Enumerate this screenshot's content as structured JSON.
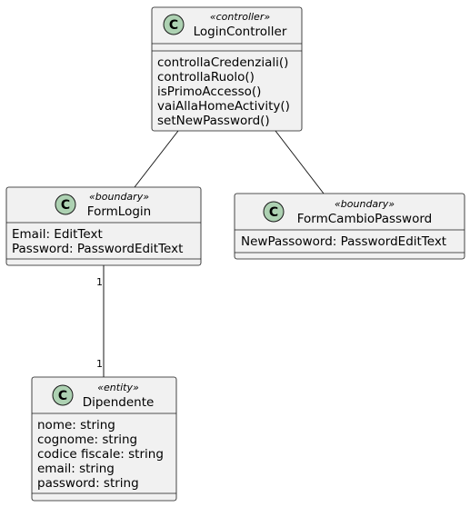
{
  "classes": {
    "login_controller": {
      "icon": "C",
      "stereotype": "«controller»",
      "name": "LoginController",
      "attributes": [],
      "methods": [
        "controllaCredenziali()",
        "controllaRuolo()",
        "isPrimoAccesso()",
        "vaiAllaHomeActivity()",
        "setNewPassword()"
      ]
    },
    "form_login": {
      "icon": "C",
      "stereotype": "«boundary»",
      "name": "FormLogin",
      "attributes": [
        "Email: EditText",
        "Password: PasswordEditText"
      ],
      "methods": []
    },
    "form_cambio_password": {
      "icon": "C",
      "stereotype": "«boundary»",
      "name": "FormCambioPassword",
      "attributes": [
        "NewPassoword: PasswordEditText"
      ],
      "methods": []
    },
    "dipendente": {
      "icon": "C",
      "stereotype": "«entity»",
      "name": "Dipendente",
      "attributes": [
        "nome: string",
        "cognome: string",
        "codice fiscale: string",
        "email: string",
        "password: string"
      ],
      "methods": []
    }
  },
  "associations": {
    "formlogin_dipendente": {
      "source_multiplicity": "1",
      "target_multiplicity": "1"
    }
  },
  "colors": {
    "class_fill": "#F1F1F1",
    "class_icon": "#ADD1B2",
    "border": "#181818"
  }
}
